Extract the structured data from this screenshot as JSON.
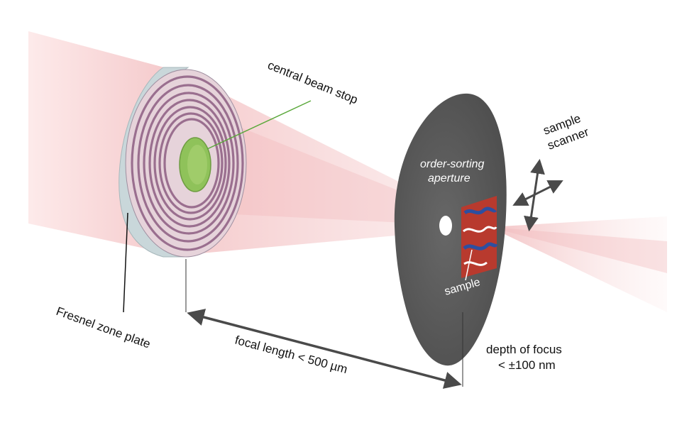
{
  "labels": {
    "central_beam_stop": "central beam stop",
    "sample_scanner_line1": "sample",
    "sample_scanner_line2": "scanner",
    "order_sorting_line1": "order-sorting",
    "order_sorting_line2": "aperture",
    "sample": "sample",
    "fresnel_zone_plate": "Fresnel zone plate",
    "focal_length": "focal length < 500 µm",
    "depth_of_focus_line1": "depth of focus",
    "depth_of_focus_line2": "<  ±100 nm"
  },
  "colors": {
    "beam": "#f6c9c9",
    "beam_cone": "#f4c4c4",
    "zone_plate_rim": "#c9d7da",
    "zone_ring": "#9a6f8f",
    "beam_stop": "#8fc25a",
    "aperture_disk": "#5c5c5c",
    "pointer_line_green": "#5aa83a",
    "arrow": "#4a4a4a"
  }
}
